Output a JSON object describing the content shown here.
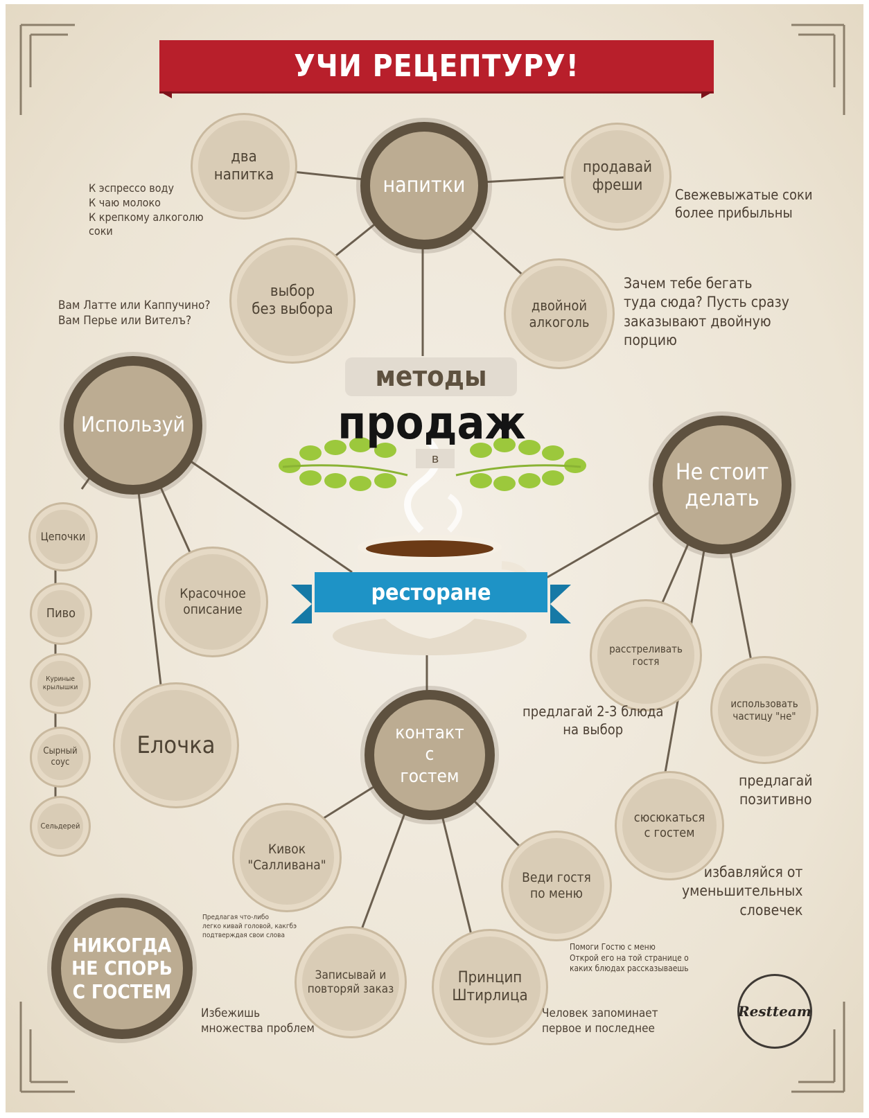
{
  "title": "УЧИ РЕЦЕПТУРУ!",
  "center": {
    "line1": "методы",
    "line2": "продаж",
    "line3": "в",
    "ribbon": "ресторане"
  },
  "nodes": {
    "napitki": "напитки",
    "dva_napitka": "два\nнапитка",
    "prodavay_freshi": "продавай\nфреши",
    "vybor": "выбор\nбез выбора",
    "dvoynoy": "двойной\nалкоголь",
    "ispolzuy": "Используй",
    "tsepochki": "Цепочки",
    "pivo": "Пиво",
    "kurinye": "Куриные\nкрылышки",
    "syrny": "Сырный\nсоус",
    "selderey": "Сельдерей",
    "krasochnoe": "Красочное\nописание",
    "elochka": "Елочка",
    "ne_stoit": "Не стоит\nделать",
    "rasstrelivat": "расстреливать\nгостя",
    "chastitsa": "использовать\nчастицу \"не\"",
    "syusyukatsya": "сюсюкаться\nс гостем",
    "kontakt": "контакт\nс\nгостем",
    "kivok": "Кивок\n\"Салливана\"",
    "vedi": "Веди гостя\nпо меню",
    "zapisyvay": "Записывай и\nповторяй заказ",
    "shtirlits": "Принцип\nШтирлица",
    "nikogda": "НИКОГДА\nНЕ СПОРЬ\nС ГОСТЕМ"
  },
  "notes": {
    "espresso": "К эспрессо воду\nК чаю молоко\nК крепкому алкоголю\nсоки",
    "soki": "Свежевыжатые соки\nболее прибыльны",
    "latte": "Вам Латте или Каппучино?\nВам Перье или Вителъ?",
    "begat": "Зачем тебе бегать\nтуда сюда? Пусть сразу\nзаказывают двойную\nпорцию",
    "bluda": "предлагай 2-3 блюда\nна выбор",
    "pozitivno": "предлагай\nпозитивно",
    "slovechki": "избавляйся от\nуменьшительных\nсловечек",
    "kivok_note": "Предлагая что-либо\nлегко кивай головой, какгбэ\nподтверждая свои слова",
    "menu_note": "Помоги Гостю с меню\nОткрой его на той странице о\nкаких блюдах рассказываешь",
    "problemy": "Избежишь\nмножества проблем",
    "chelovek": "Человек запоминает\nпервое и последнее"
  },
  "logo": "Restteam",
  "colors": {
    "banner": "#b81f2b",
    "ribbon": "#1e93c6",
    "dark_ring": "#5e513f",
    "node_fill": "#bcac92",
    "small_fill": "#d9ccb6",
    "leaf": "#9cc83c"
  }
}
